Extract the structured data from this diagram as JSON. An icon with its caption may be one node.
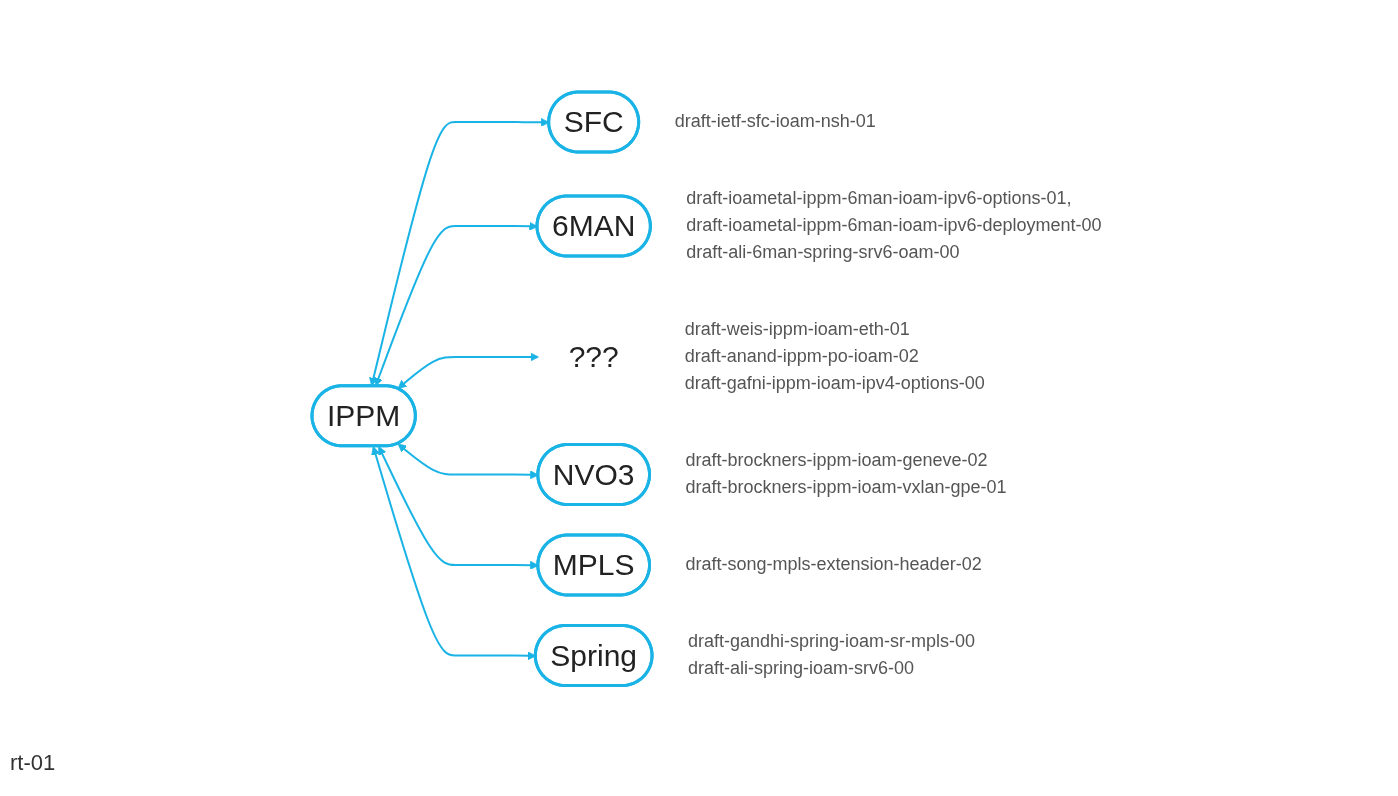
{
  "diagram": {
    "nodes": [
      {
        "text": [
          "IPPM"
        ]
      },
      {
        "text": [
          "SFC"
        ],
        "beside": [
          "draft-ietf-sfc-ioam-nsh-01"
        ]
      },
      {
        "text": [
          "6MAN"
        ],
        "beside": [
          "draft-ioametal-ippm-6man-ioam-ipv6-options-01,",
          "draft-ioametal-ippm-6man-ioam-ipv6-deployment-00",
          "draft-ali-6man-spring-srv6-oam-00"
        ]
      },
      {
        "text": [
          "???"
        ],
        "beside": [
          "draft-weis-ippm-ioam-eth-01",
          "draft-anand-ippm-po-ioam-02",
          "draft-gafni-ippm-ioam-ipv4-options-00"
        ]
      },
      {
        "text": [
          "NVO3"
        ],
        "beside": [
          "draft-brockners-ippm-ioam-geneve-02",
          "draft-brockners-ippm-ioam-vxlan-gpe-01"
        ]
      },
      {
        "text": [
          "MPLS"
        ],
        "beside": [
          "draft-song-mpls-extension-header-02"
        ]
      },
      {
        "text": [
          "Spring"
        ],
        "beside": [
          "draft-gandhi-spring-ioam-sr-mpls-00",
          "draft-ali-spring-ioam-srv6-00"
        ]
      }
    ],
    "edges": [
      {
        "from": 0,
        "to": 1,
        "arrow": "both"
      },
      {
        "from": 0,
        "to": 2,
        "arrow": "both"
      },
      {
        "from": 0,
        "to": 3,
        "arrow": "both"
      },
      {
        "from": 0,
        "to": 4,
        "arrow": "both"
      },
      {
        "from": 0,
        "to": 5,
        "arrow": "both"
      },
      {
        "from": 0,
        "to": 6,
        "arrow": "both"
      }
    ],
    "labels": [
      "rt-01"
    ]
  }
}
